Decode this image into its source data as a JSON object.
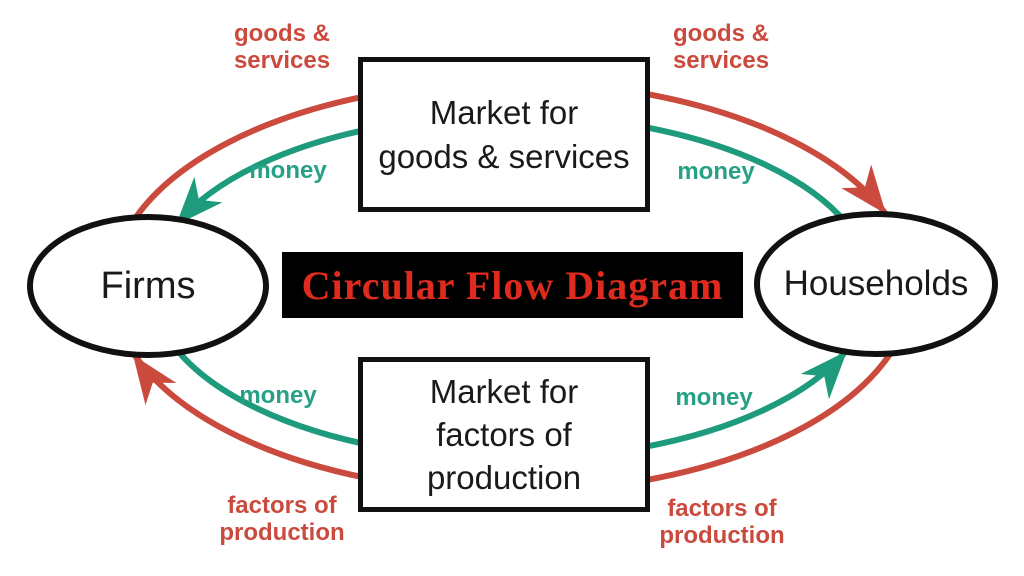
{
  "title": {
    "text": "Circular Flow Diagram",
    "text_color": "#df2b1d",
    "background": "#000000"
  },
  "colors": {
    "real_flow": "#cb4a3e",
    "money_flow": "#1d9b7c",
    "money_label": "#27a186",
    "node_border": "#111111",
    "node_text": "#1a1a1a"
  },
  "nodes": {
    "firms": {
      "label": "Firms"
    },
    "households": {
      "label": "Households"
    },
    "market_goods": {
      "line1": "Market for",
      "line2": "goods & services"
    },
    "market_factors": {
      "line1": "Market for",
      "line2": "factors of",
      "line3": "production"
    }
  },
  "flow_labels": {
    "goods_services_top_left": {
      "line1": "goods &",
      "line2": "services"
    },
    "goods_services_top_right": {
      "line1": "goods &",
      "line2": "services"
    },
    "factors_bottom_left": {
      "line1": "factors of",
      "line2": "production"
    },
    "factors_bottom_right": {
      "line1": "factors of",
      "line2": "production"
    },
    "money_top_left": "money",
    "money_top_right": "money",
    "money_bottom_left": "money",
    "money_bottom_right": "money"
  },
  "flows": {
    "real_outer_loop": {
      "top": "Firms → Market for goods & services → Households (goods & services)",
      "bottom": "Households → Market for factors of production → Firms (factors of production)"
    },
    "money_inner_loop": {
      "top": "Households → Market for goods & services → Firms (money)",
      "bottom": "Firms → Market for factors of production → Households (money)"
    }
  }
}
